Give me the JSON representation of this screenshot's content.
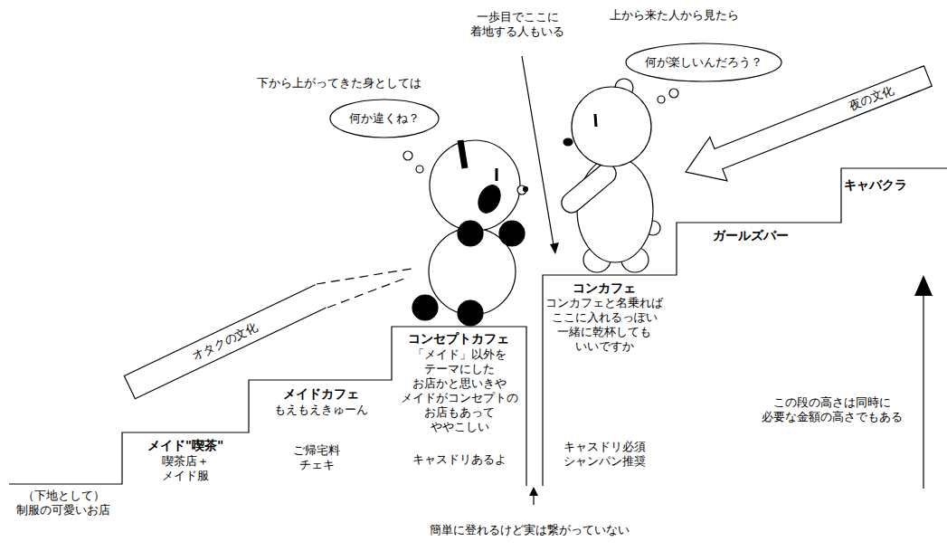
{
  "diagram": {
    "nodes": [
      {
        "text": [
          "何か違くね？"
        ]
      },
      {
        "text": [
          "何が楽しいんだろう？"
        ]
      },
      {
        "text": [
          "オタクの文化"
        ]
      },
      {
        "text": [
          "夜の文化"
        ]
      }
    ],
    "labels": [
      "（下地として） 制服の可愛いお店",
      "メイド\"喫茶\"",
      "喫茶店＋メイド服",
      "ご帰宅料 チェキ",
      "メイドカフェ",
      "もえもえきゅーん",
      "コンセプトカフェ",
      "「メイド」以外を テーマにした お店かと思いきや メイドがコンセプトの お店もあって ややこしい",
      "キャスドリあるよ",
      "コンカフェ",
      "コンカフェと名乗れば ここに入れるっぽい 一緒に乾杯しても いいですか",
      "キャスドリ必須 シャンパン推奨",
      "ガールズバー",
      "キャバクラ",
      "下から上がってきた身としては",
      "上から来た人から見たら",
      "一歩目でここに 着地する人もいる",
      "簡単に登れるけど実は繋がっていない",
      "この段の高さは同時に 必要な金額の高さでもある"
    ]
  }
}
